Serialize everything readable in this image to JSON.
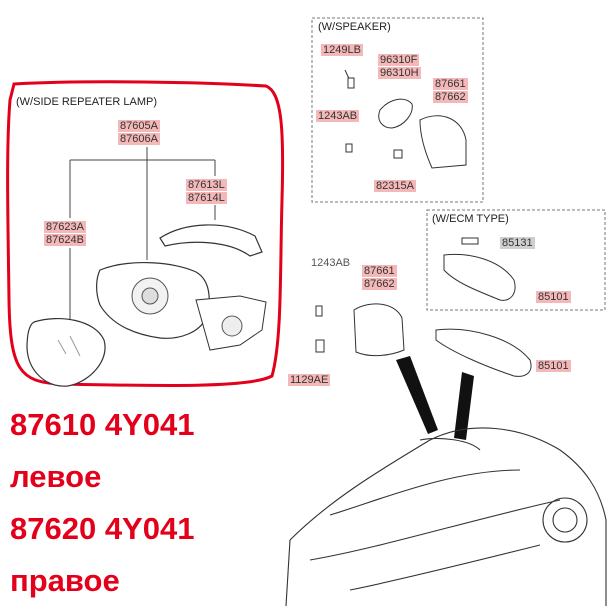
{
  "sections": {
    "side_repeater": "(W/SIDE REPEATER LAMP)",
    "speaker": "(W/SPEAKER)",
    "ecm": "(W/ECM TYPE)"
  },
  "labels": {
    "p87605A": "87605A",
    "p87606A": "87606A",
    "p87613L": "87613L",
    "p87614L": "87614L",
    "p87623A": "87623A",
    "p87624B": "87624B",
    "p1249LB": "1249LB",
    "p96310F": "96310F",
    "p96310H": "96310H",
    "p87661a": "87661",
    "p87662a": "87662",
    "p1243AB_a": "1243AB",
    "p82315A": "82315A",
    "p85131": "85131",
    "p85101a": "85101",
    "p1243AB_b": "1243AB",
    "p87661b": "87661",
    "p87662b": "87662",
    "p85101b": "85101",
    "p1129AE": "1129AE"
  },
  "notes": {
    "line1": "87610 4Y041",
    "line2": "левое",
    "line3": "87620 4Y041",
    "line4": "правое"
  },
  "colors": {
    "highlight_ring": "#e3001b",
    "note_text": "#e3001b",
    "label_bg": "#f4b8b8",
    "label_grey_bg": "#cfcfcf"
  }
}
